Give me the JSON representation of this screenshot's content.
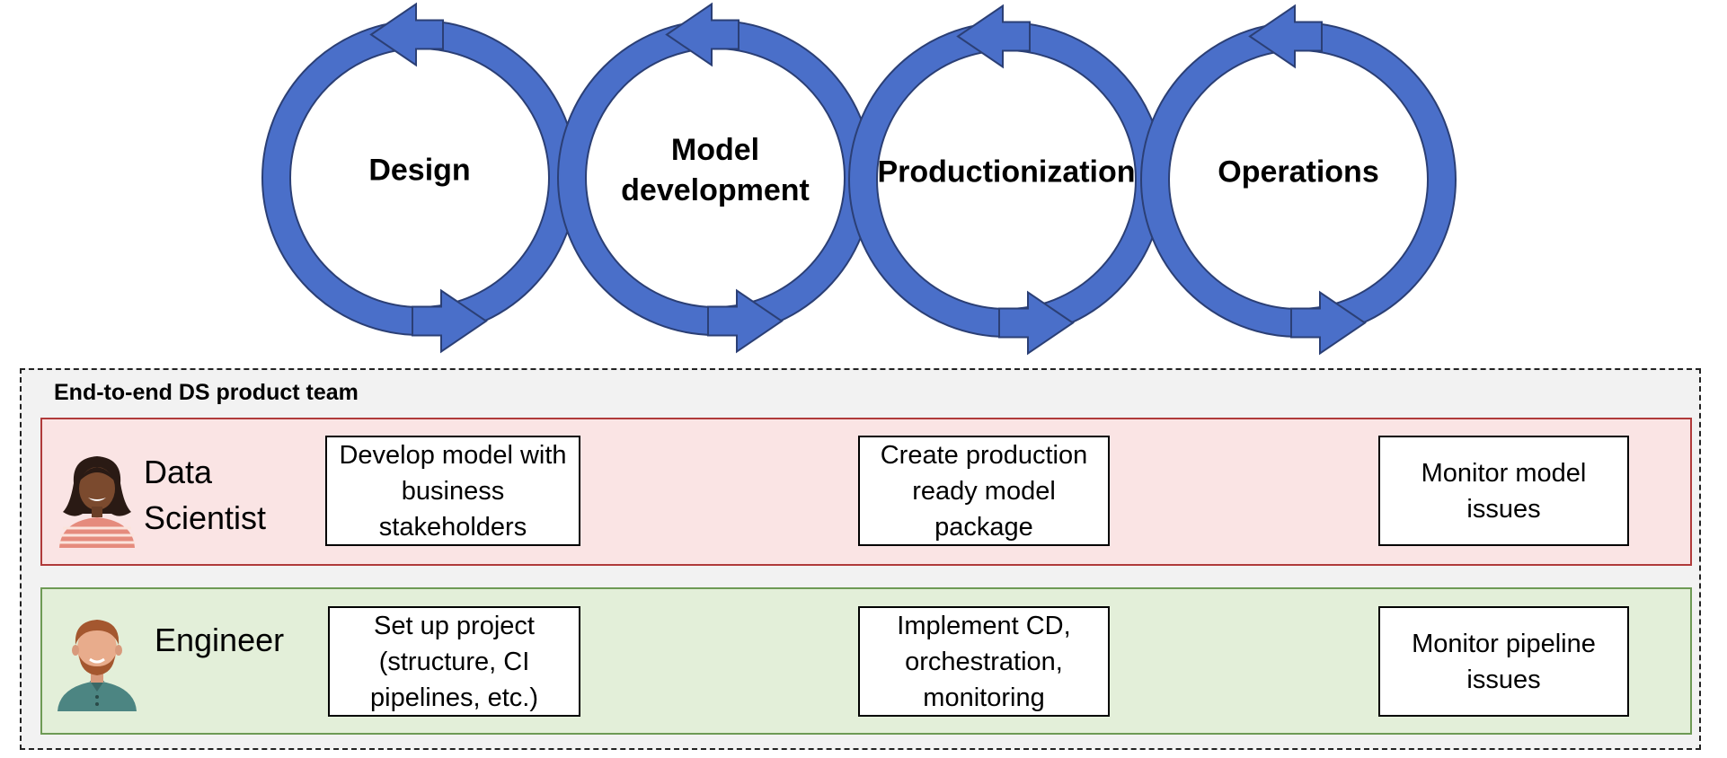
{
  "colors": {
    "cycle_fill": "#4a6fc9",
    "cycle_stroke": "#2b3f75",
    "team_background": "#f2f2f2",
    "ds_lane_fill": "#fae4e4",
    "ds_lane_border": "#b03a3a",
    "eng_lane_fill": "#e3efd9",
    "eng_lane_border": "#6e9a55"
  },
  "stages": [
    {
      "label": "Design"
    },
    {
      "label": "Model development"
    },
    {
      "label": "Productionization"
    },
    {
      "label": "Operations"
    }
  ],
  "team": {
    "title": "End-to-end DS product team",
    "roles": [
      {
        "name": "Data Scientist",
        "avatar": "female-person-icon",
        "tasks": [
          "Develop model with business stakeholders",
          "Create production ready model package",
          "Monitor model issues"
        ]
      },
      {
        "name": "Engineer",
        "avatar": "male-person-icon",
        "tasks": [
          "Set up project (structure, CI pipelines, etc.)",
          "Implement CD, orchestration, monitoring",
          "Monitor pipeline issues"
        ]
      }
    ]
  }
}
